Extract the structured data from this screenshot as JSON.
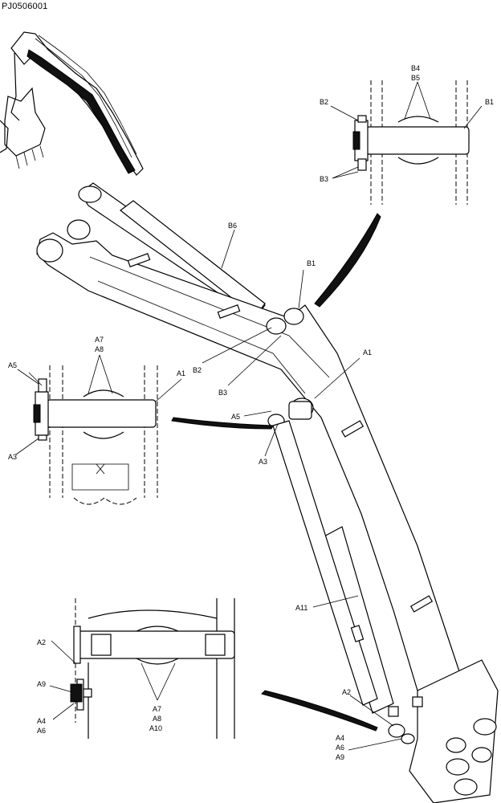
{
  "document": {
    "id": "PJ0506001"
  },
  "callouts": {
    "top_right": {
      "b1": "B1",
      "b2": "B2",
      "b3": "B3",
      "b4": "B4",
      "b5": "B5"
    },
    "main": {
      "b6": "B6",
      "b1": "B1",
      "b2": "B2",
      "b3": "B3",
      "a1": "A1",
      "a5": "A5",
      "a3": "A3",
      "a11": "A11",
      "a2": "A2",
      "a4": "A4",
      "a6": "A6",
      "a9": "A9"
    },
    "left_mid": {
      "a7": "A7",
      "a8": "A8",
      "a5": "A5",
      "a1": "A1",
      "a3": "A3"
    },
    "bottom_left": {
      "a2": "A2",
      "a9": "A9",
      "a4": "A4",
      "a6": "A6",
      "a7": "A7",
      "a8": "A8",
      "a10": "A10"
    }
  }
}
